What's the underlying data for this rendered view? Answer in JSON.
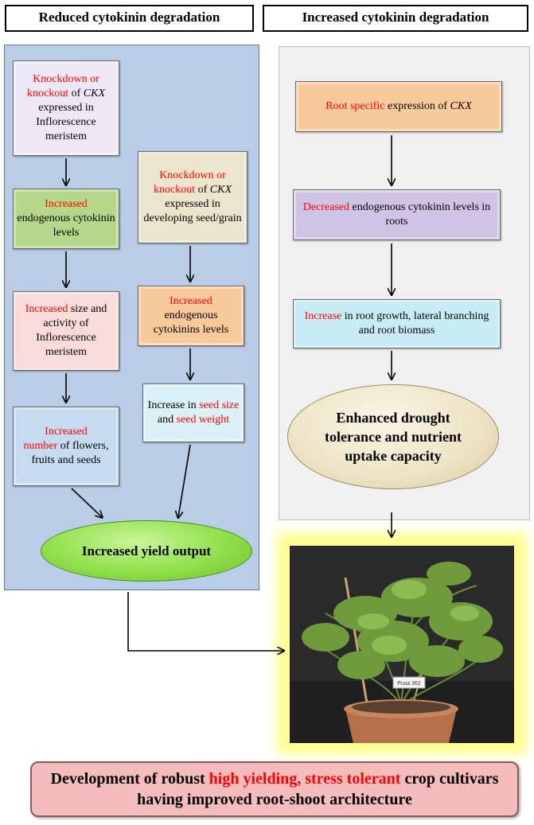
{
  "headers": {
    "left": "Reduced cytokinin degradation",
    "right": "Increased cytokinin degradation"
  },
  "left": {
    "box1": {
      "red": "Knockdown or knockout",
      "of": " of ",
      "ckx": "CKX",
      "rest": " expressed in Inflorescence meristem"
    },
    "box2": {
      "red": "Increased",
      "rest": " endogenous cytokinin levels"
    },
    "box3": {
      "red": "Increased",
      "rest": " size and activity of Inflorescence meristem"
    },
    "box4": {
      "red1": "Increased",
      "red2": "number",
      "rest": " of flowers, fruits and seeds"
    },
    "box5": {
      "red": "Knockdown or knockout",
      "of": " of ",
      "ckx": "CKX",
      "rest": " expressed in developing seed/grain"
    },
    "box6": {
      "red": "Increased",
      "rest": " endogenous cytokinins levels"
    },
    "box7": {
      "pre": "Increase in ",
      "red1": "seed size",
      "and": " and ",
      "red2": "seed weight"
    },
    "ellipse": "Increased yield output"
  },
  "right": {
    "box1": {
      "red": "Root specific",
      "rest": " expression of ",
      "ckx": "CKX"
    },
    "box2": {
      "red": "Decreased",
      "rest": " endogenous cytokinin levels in roots"
    },
    "box3": {
      "red": "Increase",
      "rest": " in root growth, lateral branching and root biomass"
    },
    "ellipse": "Enhanced drought tolerance and nutrient uptake capacity"
  },
  "bottom": {
    "pre": "Development of robust ",
    "red": "high yielding, stress tolerant",
    "post": " crop cultivars having improved root-shoot architecture"
  },
  "photo": {
    "tag": "Pusa 362"
  },
  "colors": {
    "red_text": "#ff0000",
    "left_panel": "#b9cde6",
    "right_panel": "#f0f0f0",
    "highlight": "#ffff9a"
  }
}
